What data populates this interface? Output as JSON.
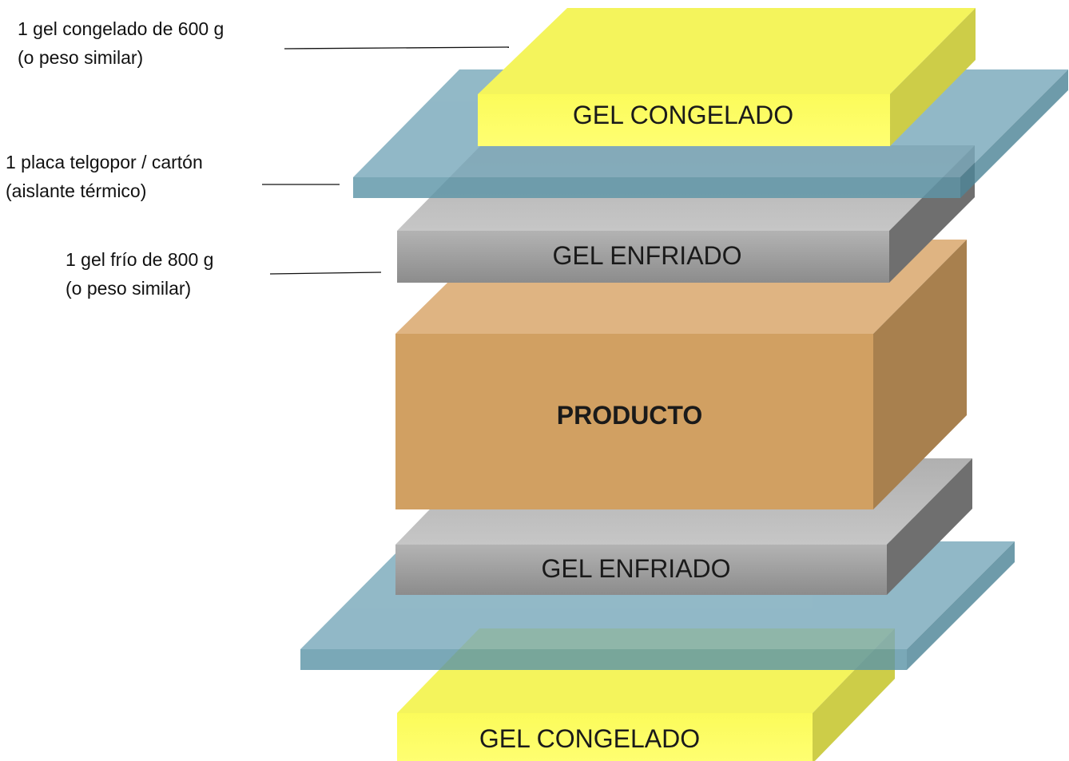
{
  "annotations": [
    {
      "id": "frozen-gel-note",
      "lines": [
        "1 gel congelado de 600 g",
        "(o peso similar)"
      ]
    },
    {
      "id": "insulation-note",
      "lines": [
        "1 placa telgopor / cartón",
        "(aislante térmico)"
      ]
    },
    {
      "id": "cold-gel-note",
      "lines": [
        "1 gel frío de 800 g",
        "(o peso similar)"
      ]
    }
  ],
  "layers": {
    "top_frozen_gel": "GEL CONGELADO",
    "top_cold_gel": "GEL ENFRIADO",
    "product": "PRODUCTO",
    "bottom_cold_gel": "GEL ENFRIADO",
    "bottom_frozen_gel": "GEL CONGELADO"
  },
  "colors": {
    "frozen_gel": "#FFFF66",
    "insulation": "#6FA3B5",
    "cold_gel": "#A6A6A6",
    "product": "#D2A062"
  }
}
